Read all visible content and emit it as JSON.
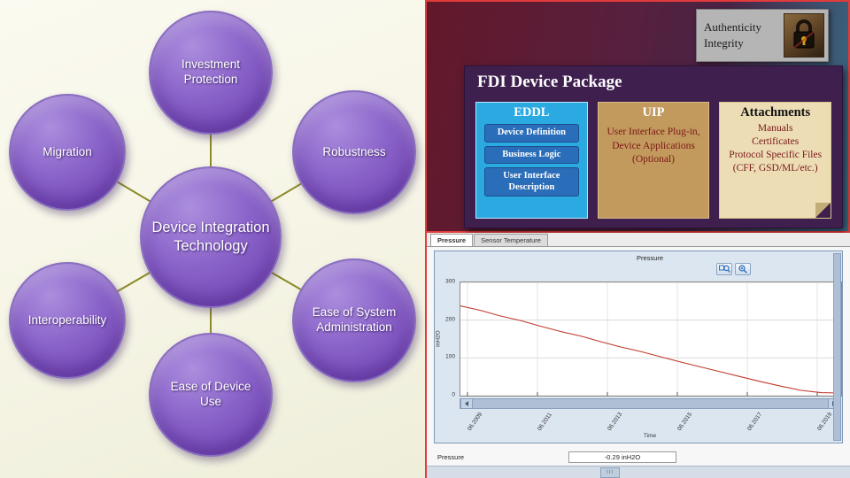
{
  "slide": {
    "diagram": {
      "center_label": "Device Integration Technology",
      "nodes": [
        {
          "label": "Investment Protection"
        },
        {
          "label": "Migration"
        },
        {
          "label": "Robustness"
        },
        {
          "label": "Interoperability"
        },
        {
          "label": "Ease of System Administration"
        },
        {
          "label": "Ease of Device Use"
        }
      ]
    },
    "security_badge": {
      "line1": "Authenticity",
      "line2": "Integrity"
    },
    "package": {
      "title": "FDI Device Package",
      "eddl": {
        "header": "EDDL",
        "items": [
          "Device Definition",
          "Business Logic",
          "User Interface Description"
        ]
      },
      "uip": {
        "header": "UIP",
        "body": "User Interface Plug-in, Device Applications (Optional)"
      },
      "attachments": {
        "header": "Attachments",
        "lines": [
          "Manuals",
          "Certificates",
          "Protocol Specific Files (CFF, GSD/ML/etc.)"
        ]
      }
    }
  },
  "app": {
    "tabs": [
      {
        "label": "Pressure",
        "active": true
      },
      {
        "label": "Sensor Temperature",
        "active": false
      }
    ],
    "chart_title": "Pressure",
    "status": {
      "label": "Pressure",
      "value": "-0.29  inH2O"
    },
    "scroll_handle": "III"
  },
  "chart_data": {
    "type": "line",
    "title": "Pressure",
    "xlabel": "Time",
    "ylabel": "inH2O",
    "ylim": [
      0,
      300
    ],
    "yticks": [
      300,
      200,
      100,
      0
    ],
    "x_tick_labels": [
      "06.2009",
      "06.2011",
      "06.2013",
      "06.2015",
      "06.2017",
      "06.2019"
    ],
    "grid": true,
    "legend": "none",
    "series": [
      {
        "name": "Pressure",
        "color": "#c0392b",
        "values": [
          238,
          226,
          211,
          199,
          184,
          170,
          158,
          143,
          129,
          117,
          103,
          89,
          76,
          63,
          50,
          37,
          25,
          14,
          8,
          7
        ]
      }
    ]
  }
}
